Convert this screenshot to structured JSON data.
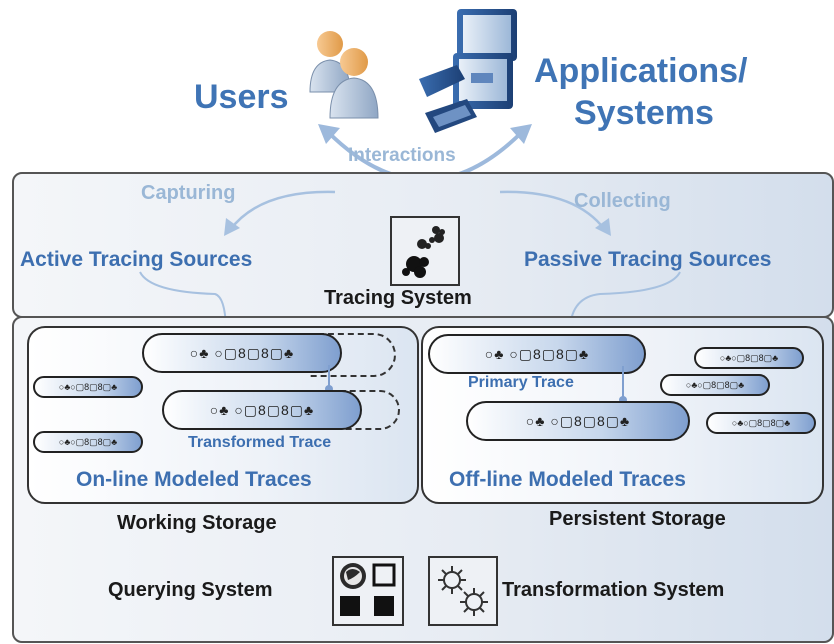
{
  "top": {
    "users": "Users",
    "applications_line1": "Applications/",
    "applications_line2": "Systems",
    "interactions": "Interactions"
  },
  "tracing": {
    "capturing": "Capturing",
    "collecting": "Collecting",
    "active_sources": "Active Tracing Sources",
    "passive_sources": "Passive Tracing Sources",
    "tracing_system": "Tracing System"
  },
  "storage": {
    "online_title": "On-line Modeled Traces",
    "offline_title": "Off-line Modeled Traces",
    "working_storage": "Working Storage",
    "persistent_storage": "Persistent Storage",
    "transformed_trace": "Transformed Trace",
    "primary_trace": "Primary Trace"
  },
  "trace_glyphs": {
    "large": "○♣ ○▢8▢8▢♣",
    "small": "○♣○▢8▢8▢♣"
  },
  "bottom": {
    "querying_system": "Querying System",
    "transformation_system": "Transformation System"
  }
}
